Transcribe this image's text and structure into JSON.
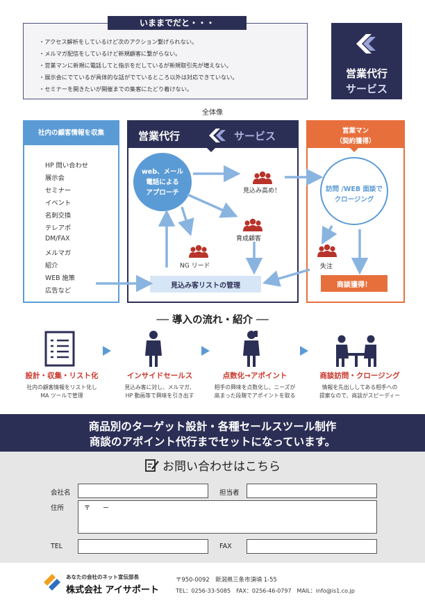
{
  "problems": {
    "title": "いままでだと・・・",
    "items": [
      "・アクセス解析をしているけど次のアクション繋げられない。",
      "・メルマガ配信をしているけど新規顧客に繋がらない。",
      "・営業マンに新規に電話してと指示をだしているが新規取引先が増えない。",
      "・展示会にでているが具体的な話がでているところ以外は対応できていない。",
      "・セミナーを開きたいが開催までの集客にたどり着けない。"
    ]
  },
  "logo": {
    "line1": "営業代行",
    "line2": "サービス"
  },
  "overview": {
    "label": "全体像",
    "left": {
      "title": "社内の顧客情報を収集",
      "items": [
        "HP 問い合わせ",
        "展示会",
        "セミナー",
        "イベント",
        "名刺交換",
        "テレアポ",
        "DM/FAX",
        "メルマガ",
        "紹介",
        "WEB 施策",
        "広告など"
      ]
    },
    "center": {
      "title_a": "営業代行",
      "title_b": "サービス",
      "approach": [
        "web、メール",
        "電話による",
        "アプローチ"
      ],
      "prospect_label": "見込み高め！",
      "nurture_label": "育成顧客",
      "ng_label": "NG リード",
      "list_label": "見込み客リストの管理"
    },
    "right": {
      "title_line1": "営業マン",
      "title_line2": "（契約獲得）",
      "closing": [
        "訪問 /WEB 面談で",
        "クロージング"
      ],
      "lost_label": "失注",
      "won_label": "商談獲得！"
    }
  },
  "flow": {
    "title": "── 導入の流れ・紹介 ──",
    "steps": [
      {
        "title": "設計・収集・リスト化",
        "desc1": "社内の顧客情報をリスト化し",
        "desc2": "MA ツールで管理"
      },
      {
        "title": "インサイドセールス",
        "desc1": "見込み客に対し、メルマガ、",
        "desc2": "HP 動画等で興味を引き出す"
      },
      {
        "title": "点数化→アポイント",
        "desc1": "相手の興味を点数化し、ニーズが",
        "desc2": "高まった段階でアポイントを取る"
      },
      {
        "title": "商談訪問・クロージング",
        "desc1": "情報を先出ししてある相手への",
        "desc2": "提案なので、商談がスピーディー"
      }
    ]
  },
  "banner": {
    "line1": "商品別のターゲット設計・各種セールスツール制作",
    "line2": "商談のアポイント代行までセットになっています。"
  },
  "contact": {
    "title": "お問い合わせはこちら",
    "company_label": "会社名",
    "person_label": "担当者",
    "address_label": "住所",
    "postal_mark": "〒　　ー",
    "tel_label": "TEL",
    "fax_label": "FAX"
  },
  "footer": {
    "tagline": "あなたの会社のネット宣伝部長",
    "company": "株式会社 アイサポート",
    "address": "〒950-0092　新潟県三条市須頃 1-55",
    "contact_line": "TEL：0256-33-5085　FAX：0256-46-0797　MAIL：info@is1.co.jp"
  },
  "colors": {
    "navy": "#2c2f55",
    "blue": "#5b9bd5",
    "orange": "#e76f3c",
    "red": "#c0392b"
  }
}
